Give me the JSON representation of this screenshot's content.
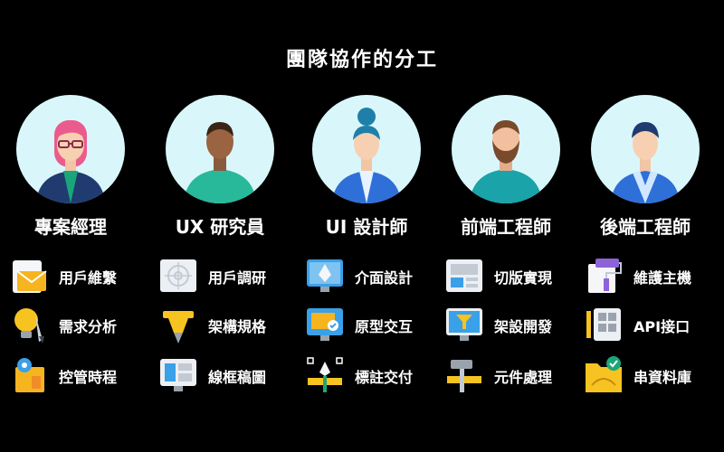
{
  "title": "團隊協作的分工",
  "roles": [
    {
      "name": "專案經理",
      "tasks": [
        {
          "label": "用戶維繫",
          "icon": "envelope-icon"
        },
        {
          "label": "需求分析",
          "icon": "lightbulb-pen-icon"
        },
        {
          "label": "控管時程",
          "icon": "gear-document-icon"
        }
      ]
    },
    {
      "name": "UX 研究員",
      "tasks": [
        {
          "label": "用戶調研",
          "icon": "target-screen-icon"
        },
        {
          "label": "架構規格",
          "icon": "pen-nib-icon"
        },
        {
          "label": "線框稿圖",
          "icon": "wireframe-monitor-icon"
        }
      ]
    },
    {
      "name": "UI 設計師",
      "tasks": [
        {
          "label": "介面設計",
          "icon": "pen-tool-monitor-icon"
        },
        {
          "label": "原型交互",
          "icon": "prototype-screen-icon"
        },
        {
          "label": "標註交付",
          "icon": "vector-pen-icon"
        }
      ]
    },
    {
      "name": "前端工程師",
      "tasks": [
        {
          "label": "切版實現",
          "icon": "layout-screen-icon"
        },
        {
          "label": "架設開發",
          "icon": "filter-monitor-icon"
        },
        {
          "label": "元件處理",
          "icon": "hammer-icon"
        }
      ]
    },
    {
      "name": "後端工程師",
      "tasks": [
        {
          "label": "維護主機",
          "icon": "paint-roller-icon"
        },
        {
          "label": "API接口",
          "icon": "grid-document-icon"
        },
        {
          "label": "串資料庫",
          "icon": "folder-check-icon"
        }
      ]
    }
  ]
}
